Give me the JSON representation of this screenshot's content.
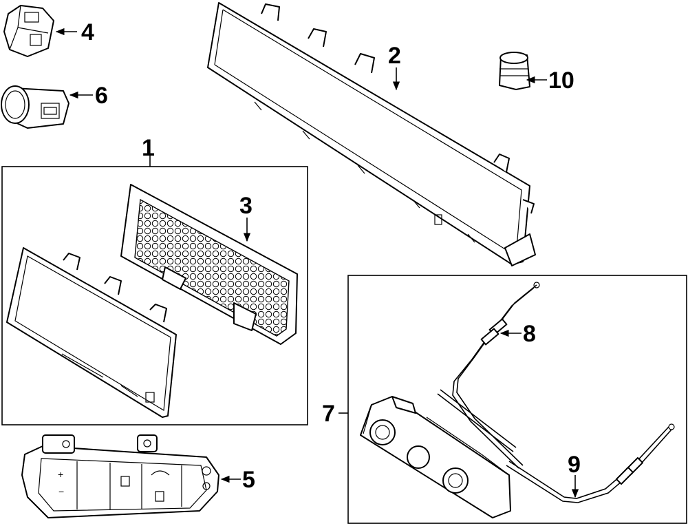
{
  "callouts": {
    "c1": "1",
    "c2": "2",
    "c3": "3",
    "c4": "4",
    "c5": "5",
    "c6": "6",
    "c7": "7",
    "c8": "8",
    "c9": "9",
    "c10": "10"
  },
  "panel_symbols": {
    "plus": "+",
    "minus": "−"
  }
}
